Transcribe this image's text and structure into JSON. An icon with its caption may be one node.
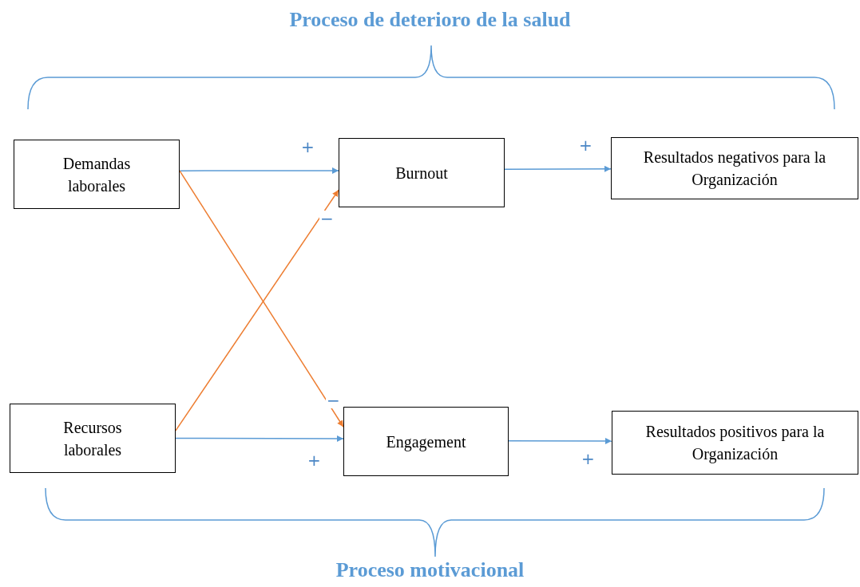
{
  "diagram": {
    "title": "Proceso de deterioro de la salud",
    "nodes": [
      {
        "text": [
          "Demandas laborales"
        ]
      },
      {
        "text": [
          "Burnout"
        ]
      },
      {
        "text": [
          "Resultados negativos para la Organización"
        ]
      },
      {
        "text": [
          "Recursos laborales"
        ]
      },
      {
        "text": [
          "Engagement"
        ]
      },
      {
        "text": [
          "Resultados positivos para la Organización"
        ]
      }
    ],
    "edges": [
      {
        "from": 0,
        "to": 1,
        "arrow": "to",
        "label": "+"
      },
      {
        "from": 1,
        "to": 2,
        "arrow": "to",
        "label": "+"
      },
      {
        "from": 0,
        "to": 4,
        "arrow": "to",
        "label": "−",
        "color": "#ed7d31"
      },
      {
        "from": 3,
        "to": 1,
        "arrow": "to",
        "label": "−",
        "color": "#ed7d31"
      },
      {
        "from": 3,
        "to": 4,
        "arrow": "to",
        "label": "+"
      },
      {
        "from": 4,
        "to": 5,
        "arrow": "to",
        "label": "+"
      }
    ],
    "labels": [
      "Proceso motivacional"
    ]
  }
}
